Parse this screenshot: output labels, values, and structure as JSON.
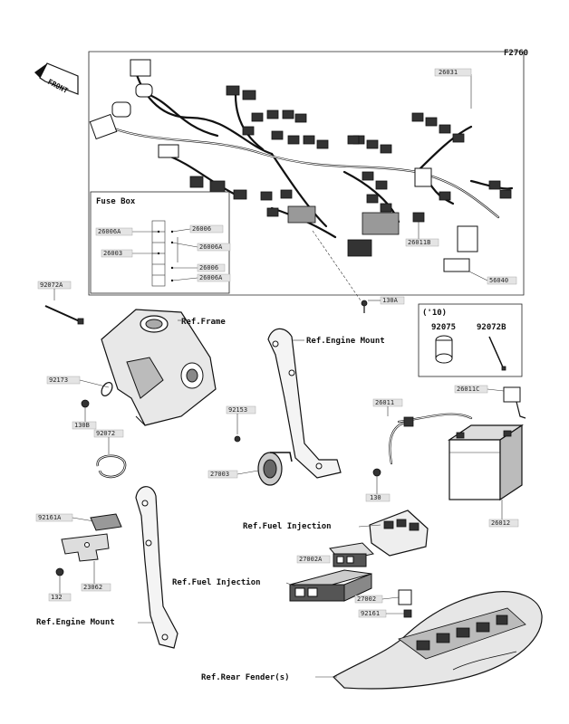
{
  "figure_code": "F2760",
  "front_label": "FRONT",
  "fuse_box": {
    "title": "Fuse Box",
    "labels": [
      "26006A",
      "26006",
      "26003",
      "26006A",
      "26006",
      "26006A"
    ]
  },
  "year_box": {
    "title": "('10)",
    "parts": [
      "92075",
      "92072B"
    ]
  },
  "part_labels": {
    "p26031": "26031",
    "p26011B": "26011B",
    "p56040": "56040",
    "p92072A": "92072A",
    "p130A": "130A",
    "p92173": "92173",
    "p130B": "130B",
    "p92072": "92072",
    "p92153": "92153",
    "p27003": "27003",
    "p26011": "26011",
    "p26011C": "26011C",
    "p130": "130",
    "p26012": "26012",
    "p92161A": "92161A",
    "p132": "132",
    "p23062": "23062",
    "p27002A": "27002A",
    "p27002": "27002",
    "p92161": "92161"
  },
  "refs": {
    "frame": "Ref.Frame",
    "engine_mount_1": "Ref.Engine Mount",
    "fuel_injection_1": "Ref.Fuel Injection",
    "fuel_injection_2": "Ref.Fuel Injection",
    "engine_mount_2": "Ref.Engine Mount",
    "rear_fender": "Ref.Rear Fender(s)"
  }
}
